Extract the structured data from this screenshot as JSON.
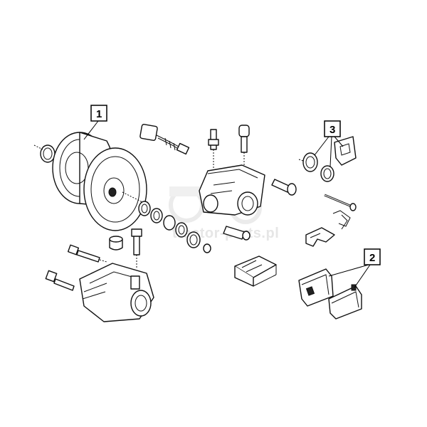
{
  "watermark": {
    "text": "tractor-parts.pl"
  },
  "callouts": [
    {
      "id": "callout-1",
      "label": "1"
    },
    {
      "id": "callout-2",
      "label": "2"
    },
    {
      "id": "callout-3",
      "label": "3"
    }
  ],
  "colors": {
    "line": "#111111",
    "watermark": "#e6e6e6",
    "background": "#ffffff"
  }
}
